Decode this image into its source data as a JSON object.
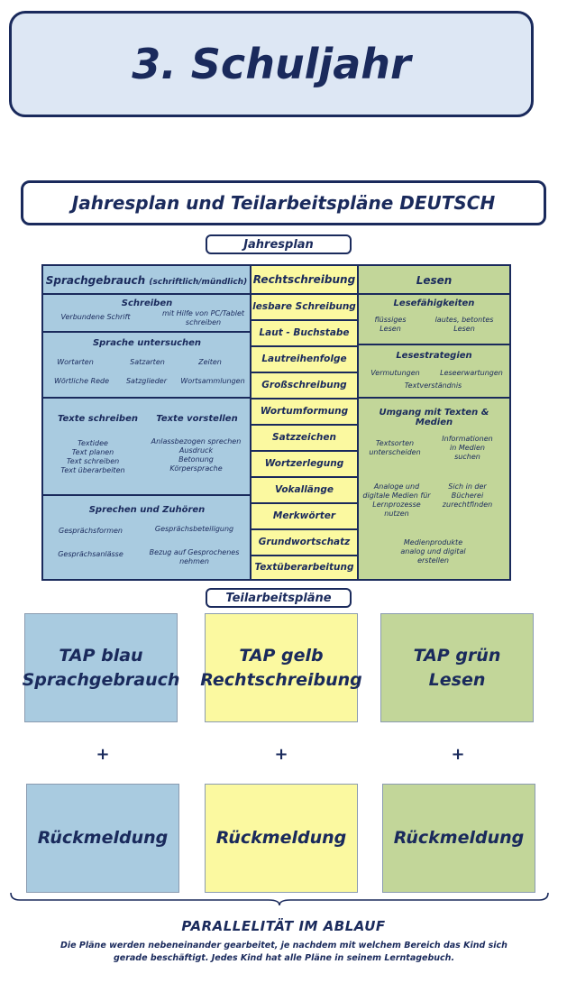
{
  "page_title": "3. Schuljahr",
  "subtitle": "Jahresplan und Teilarbeitspläne DEUTSCH",
  "jahresplan_label": "Jahresplan",
  "teilarbeitsplaene_label": "Teilarbeitspläne",
  "colors": {
    "blue": "#a9cbe0",
    "yellow": "#fbf9a0",
    "green": "#c2d699",
    "navy": "#1a2a5c"
  },
  "sprachgebrauch": {
    "header": "Sprachgebrauch",
    "header_small": "(schriftlich/mündlich)",
    "schreiben": {
      "title": "Schreiben",
      "items": [
        "Verbundene Schrift",
        "mit Hilfe von PC/Tablet schreiben"
      ]
    },
    "sprache": {
      "title": "Sprache untersuchen",
      "items": [
        "Wortarten",
        "Satzarten",
        "Zeiten",
        "Wörtliche Rede",
        "Satzglieder",
        "Wortsammlungen"
      ]
    },
    "texte": {
      "title1": "Texte schreiben",
      "title2": "Texte vorstellen",
      "left": "Textidee\nText planen\nText schreiben\nText überarbeiten",
      "right": "Anlassbezogen sprechen\nAusdruck\nBetonung\nKörpersprache"
    },
    "sprechen": {
      "title": "Sprechen und Zuhören",
      "items": [
        "Gesprächsformen",
        "Gesprächsbeteiligung",
        "Gesprächsanlässe",
        "Bezug auf Gesprochenes nehmen"
      ]
    }
  },
  "rechtschreibung": {
    "header": "Rechtschreibung",
    "items": [
      "lesbare Schreibung",
      "Laut - Buchstabe",
      "Lautreihenfolge",
      "Großschreibung",
      "Wortumformung",
      "Satzzeichen",
      "Wortzerlegung",
      "Vokallänge",
      "Merkwörter",
      "Grundwortschatz",
      "Textüberarbeitung"
    ]
  },
  "lesen": {
    "header": "Lesen",
    "lesefaehigkeiten": {
      "title": "Lesefähigkeiten",
      "items": [
        "flüssiges Lesen",
        "lautes, betontes Lesen"
      ]
    },
    "lesestrategien": {
      "title": "Lesestrategien",
      "items": [
        "Vermutungen",
        "Leseerwartungen",
        "Textverständnis"
      ]
    },
    "umgang": {
      "title": "Umgang mit Texten & Medien",
      "items": [
        "Textsorten unterscheiden",
        "Informationen in Medien suchen",
        "Analoge und digitale Medien für Lernprozesse nutzen",
        "Sich in der Bücherei zurechtfinden",
        "Medienprodukte analog und digital erstellen"
      ]
    }
  },
  "taps": [
    {
      "line1": "TAP blau",
      "line2": "Sprachgebrauch"
    },
    {
      "line1": "TAP gelb",
      "line2": "Rechtschreibung"
    },
    {
      "line1": "TAP grün",
      "line2": "Lesen"
    }
  ],
  "plus": "+",
  "rueckmeldung": "Rückmeldung",
  "parallel_title": "PARALLELITÄT IM ABLAUF",
  "parallel_text": "Die Pläne werden nebeneinander gearbeitet, je nachdem mit welchem Bereich das Kind sich gerade beschäftigt. Jedes Kind hat alle Pläne in seinem Lerntagebuch."
}
